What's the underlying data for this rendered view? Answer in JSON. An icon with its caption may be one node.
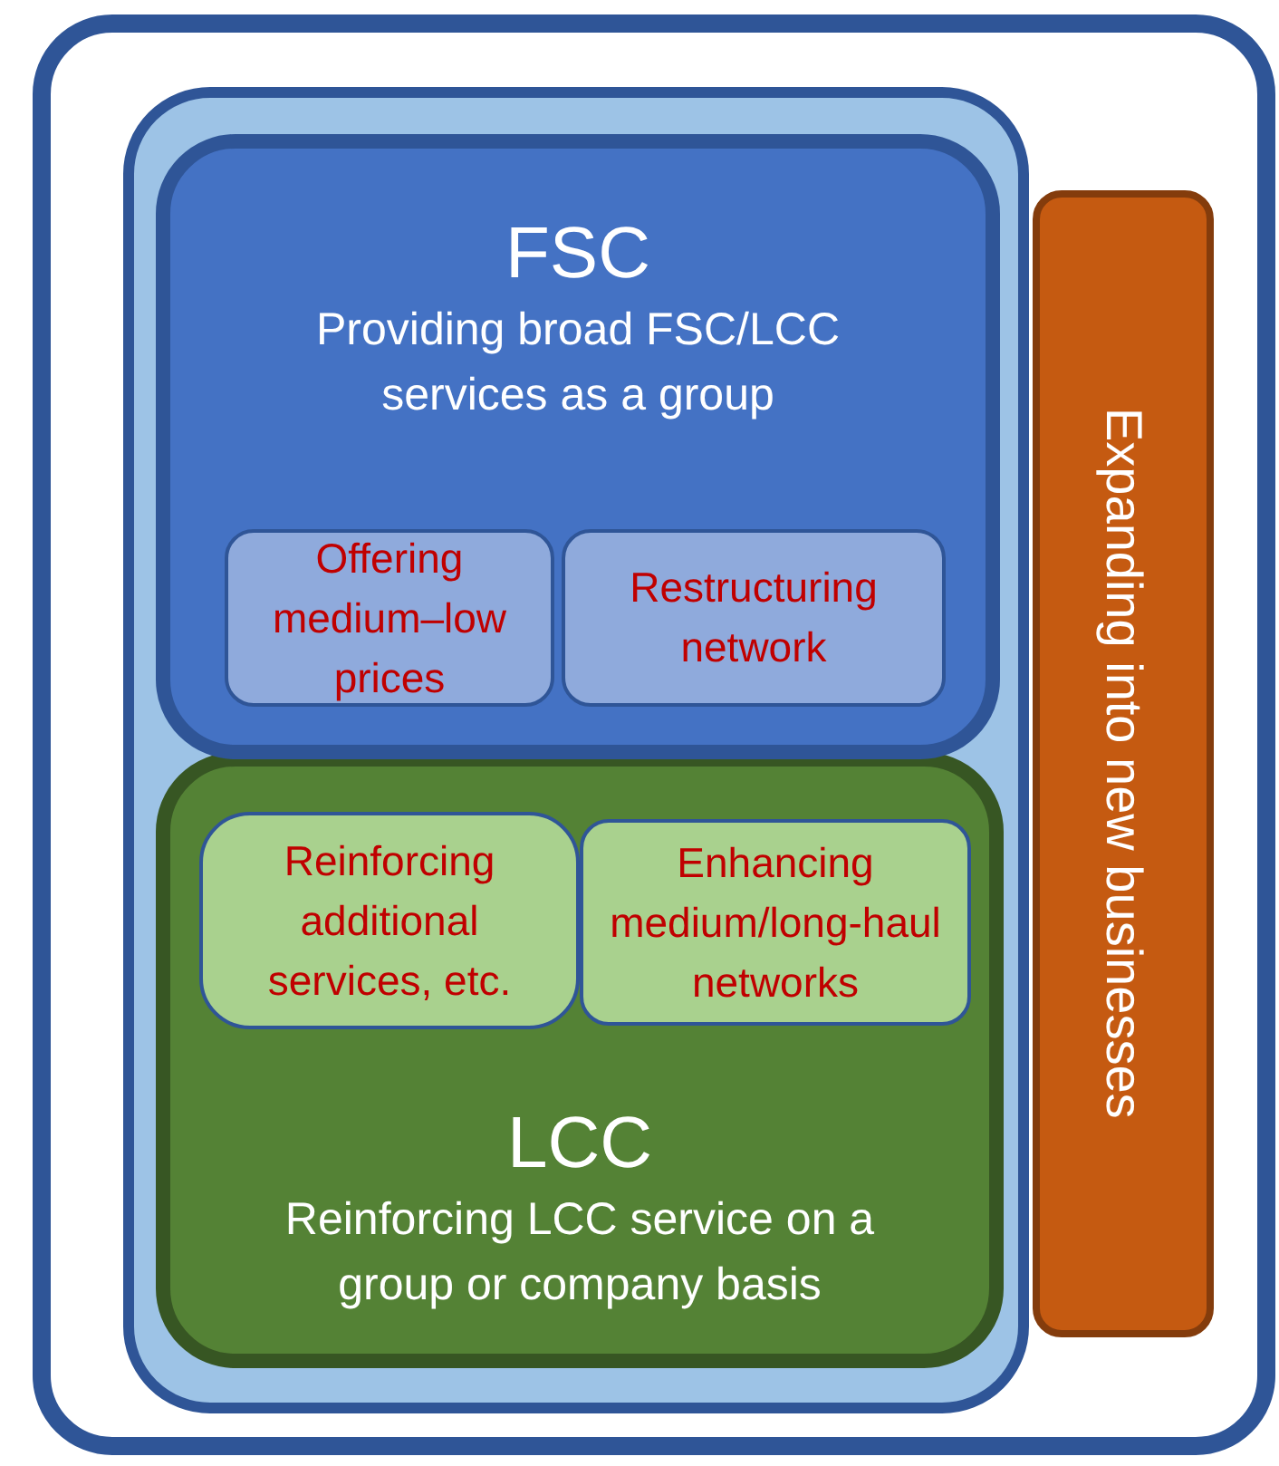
{
  "diagram": {
    "nodes": [
      {
        "text": [],
        "shape": "box"
      },
      {
        "text": [],
        "shape": "box",
        "in": 0
      },
      {
        "text": [
          "FSC",
          "Providing broad FSC/LCC services as a group"
        ],
        "in": 1
      },
      {
        "text": [
          "Offering medium–low prices"
        ],
        "in": 2
      },
      {
        "text": [
          "Restructuring network"
        ],
        "in": 2
      },
      {
        "text": [
          "LCC",
          "Reinforcing LCC service on a group or company basis"
        ],
        "in": 1
      },
      {
        "text": [
          "Reinforcing additional services, etc."
        ],
        "in": 5
      },
      {
        "text": [
          "Enhancing medium/long-haul networks"
        ],
        "in": 5
      },
      {
        "text": [
          "Expanding into new businesses"
        ],
        "in": 0
      }
    ]
  }
}
